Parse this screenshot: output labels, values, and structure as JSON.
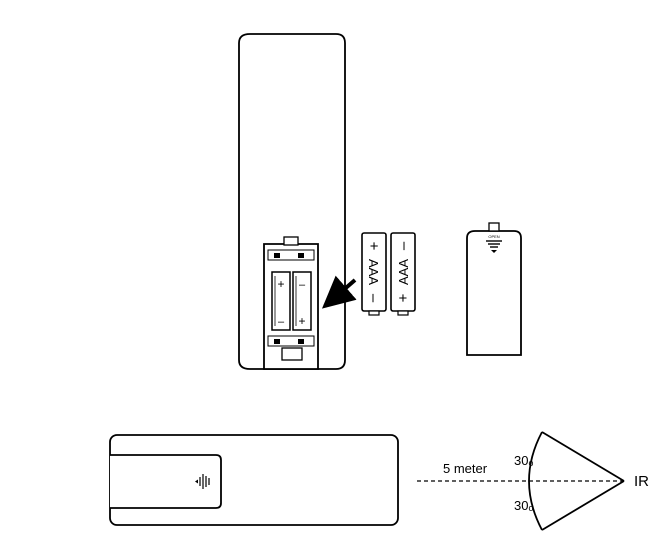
{
  "batteries": [
    {
      "label": "AAA",
      "plus": "+",
      "minus": "–"
    },
    {
      "label": "AAA",
      "plus": "+",
      "minus": "–"
    }
  ],
  "compartment": {
    "plus": "+",
    "minus": "–"
  },
  "cover": {
    "open_label": "OPEN"
  },
  "range": {
    "distance_label": "5 meter",
    "angle_top": "30ₒ",
    "angle_bottom": "30ₒ",
    "ir_label": "IR"
  }
}
